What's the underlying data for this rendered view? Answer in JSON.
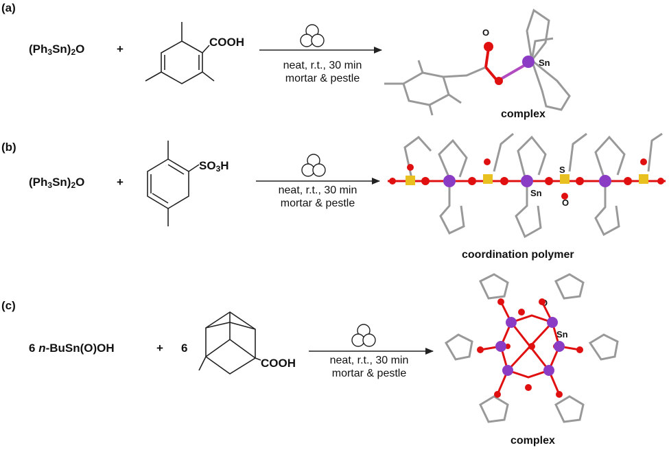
{
  "panels": [
    {
      "label": "(a)",
      "reactant1_main": "(Ph",
      "reactant1_sub1": "3",
      "reactant1_mid": "Sn)",
      "reactant1_sub2": "2",
      "reactant1_end": "O",
      "plus": "+",
      "reactant2_group": "COOH",
      "conditions_line1": "neat, r.t., 30 min",
      "conditions_line2": "mortar & pestle",
      "product_caption": "complex",
      "atom_labels": [
        "O",
        "Sn"
      ]
    },
    {
      "label": "(b)",
      "reactant1_main": "(Ph",
      "reactant1_sub1": "3",
      "reactant1_mid": "Sn)",
      "reactant1_sub2": "2",
      "reactant1_end": "O",
      "plus": "+",
      "reactant2_group_main": "SO",
      "reactant2_group_sub": "3",
      "reactant2_group_end": "H",
      "conditions_line1": "neat, r.t., 30 min",
      "conditions_line2": "mortar & pestle",
      "product_caption": "coordination polymer",
      "atom_labels": [
        "S",
        "Sn",
        "O"
      ]
    },
    {
      "label": "(c)",
      "reactant1": "6 n-BuSn(O)OH",
      "reactant1_prefix": "6 ",
      "reactant1_italic": "n",
      "reactant1_rest": "-BuSn(O)OH",
      "plus": "+",
      "coefficient": "6",
      "reactant2_group": "COOH",
      "conditions_line1": "neat, r.t., 30 min",
      "conditions_line2": "mortar & pestle",
      "product_caption": "complex",
      "atom_labels": [
        "O",
        "Sn"
      ]
    }
  ],
  "colors": {
    "tin": "#8a3cc4",
    "oxygen": "#e01010",
    "sulfur": "#e8c020",
    "bond_gray": "#9a9a9a",
    "line": "#222222"
  }
}
